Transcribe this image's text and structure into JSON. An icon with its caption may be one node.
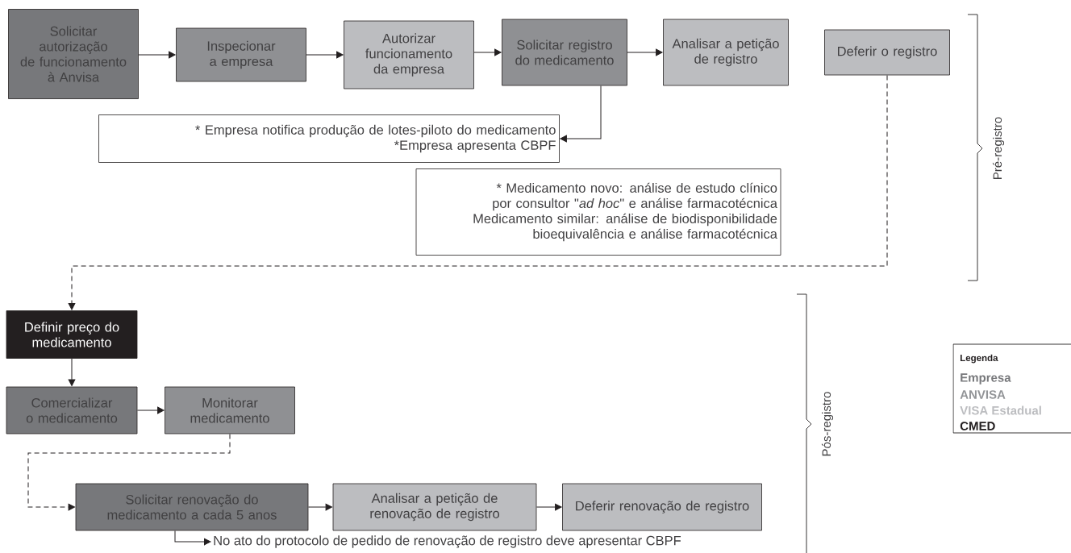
{
  "diagram": {
    "nodes": [
      {
        "text": [
          "Solicitar autorização de funcionamento à Anvisa"
        ]
      },
      {
        "text": [
          "Inspecionar a empresa"
        ]
      },
      {
        "text": [
          "Autorizar funcionamento da empresa"
        ]
      },
      {
        "text": [
          "Solicitar registro do medicamento"
        ]
      },
      {
        "text": [
          "Analisar a petição de registro"
        ]
      },
      {
        "text": [
          "Deferir o registro"
        ]
      },
      {
        "text": [
          "* Empresa notifica produção de lotes-piloto do medicamento",
          "*Empresa apresenta CBPF"
        ]
      },
      {
        "text": [
          "* Medicamento novo: análise de estudo clínico por consultor \"*ad hoc*\" e análise farmacotécnica",
          "Medicamento similar: análise de biodisponibilidade bioequivalência e análise farmacotécnica"
        ]
      },
      {
        "text": [
          "Definir preço do medicamento"
        ]
      },
      {
        "text": [
          "Comercializar o medicamento"
        ]
      },
      {
        "text": [
          "Monitorar medicamento"
        ]
      },
      {
        "text": [
          "Solicitar renovação do medicamento a cada 5 anos"
        ]
      },
      {
        "text": [
          "Analisar a petição de renovação de registro"
        ]
      },
      {
        "text": [
          "Deferir renovação de registro"
        ]
      },
      {
        "text": [
          "No ato do protocolo de pedido de renovação de registro deve apresentar CBPF"
        ]
      }
    ],
    "edges": [
      {
        "from": 0,
        "to": 1,
        "arrow": "to"
      },
      {
        "from": 1,
        "to": 2,
        "arrow": "to"
      },
      {
        "from": 2,
        "to": 3,
        "arrow": "to"
      },
      {
        "from": 3,
        "to": 4,
        "arrow": "to"
      },
      {
        "from": 3,
        "to": 6,
        "arrow": "to"
      },
      {
        "from": 5,
        "to": 8,
        "arrow": "to",
        "style": "dashed"
      },
      {
        "from": 8,
        "to": 9,
        "arrow": "to"
      },
      {
        "from": 9,
        "to": 10,
        "arrow": "to"
      },
      {
        "from": 10,
        "to": 11,
        "arrow": "to",
        "style": "dashed"
      },
      {
        "from": 11,
        "to": 12,
        "arrow": "to"
      },
      {
        "from": 12,
        "to": 13,
        "arrow": "to"
      },
      {
        "from": 11,
        "to": 14,
        "arrow": "to"
      }
    ],
    "labels": [
      "Pré-registro",
      "Pós-registro",
      "Legenda"
    ],
    "legend": [
      {
        "text": "Empresa",
        "color": "#77787b"
      },
      {
        "text": "ANVISA",
        "color": "#939598"
      },
      {
        "text": "VISA Estadual",
        "color": "#bcbdc0"
      },
      {
        "text": "CMED",
        "color": "#231f20"
      }
    ]
  }
}
